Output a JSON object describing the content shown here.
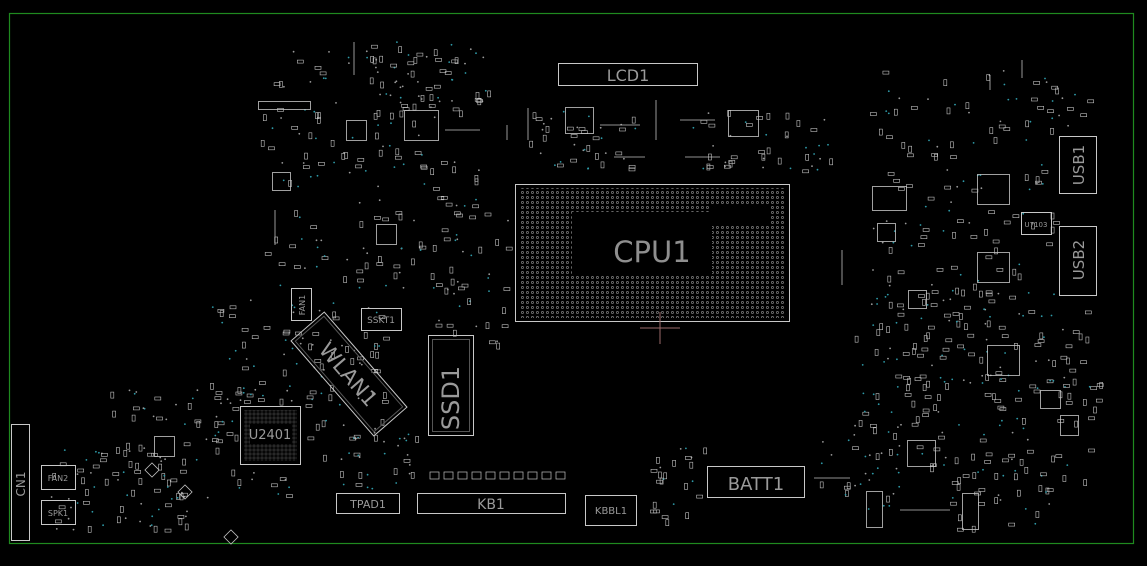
{
  "colors": {
    "background": "#000000",
    "board_outline": "#1f8a1f",
    "silkscreen": "#b9b9b9",
    "label_text": "#8f8f8f",
    "dot_accent": "#2e9aa8",
    "crosshair": "#9a6a6a"
  },
  "components": {
    "cpu": "CPU1",
    "lcd": "LCD1",
    "usb1": "USB1",
    "usb2": "USB2",
    "wlan": "WLAN1",
    "ssd": "SSD1",
    "u2401": "U2401",
    "batt": "BATT1",
    "kb": "KB1",
    "kbbl": "KBBL1",
    "tpad": "TPAD1",
    "fan1": "FAN1",
    "fan2": "FAN2",
    "spk": "SPK1",
    "cn1": "CN1",
    "sskt": "SSKT1",
    "u7103": "U7103"
  }
}
